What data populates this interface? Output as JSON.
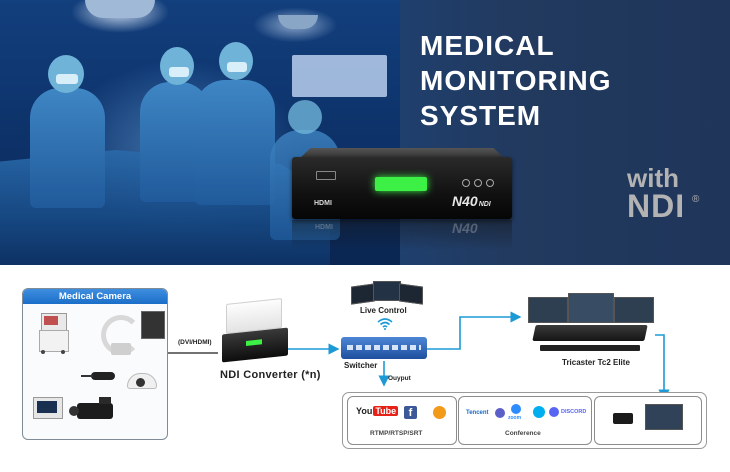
{
  "hero": {
    "title": "MEDICAL\nMONITORING\nSYSTEM",
    "with": "with",
    "ndi": "NDI",
    "registered": "®",
    "device": {
      "port_label": "HDMI",
      "model": "N40",
      "model_sub": "NDI"
    }
  },
  "diagram": {
    "camera_header": "Medical Camera",
    "conn_label": "(DVI/HDMI)",
    "converter_label": "NDI Converter (*n)",
    "live_control": "Live Control",
    "switcher": "Switcher",
    "output": "Ouyput",
    "tricaster": "Tricaster Tc2 Elite",
    "streaming_label": "RTMP/RTSP/SRT",
    "conference_label": "Conference",
    "logos": {
      "youtube": "You",
      "youtube_tube": "Tube",
      "tencent": "Tencent",
      "zoom": "zoom",
      "discord": "DISCORD"
    },
    "colors": {
      "arrow": "#1c9ad6",
      "header": "#1b6ec8"
    }
  }
}
